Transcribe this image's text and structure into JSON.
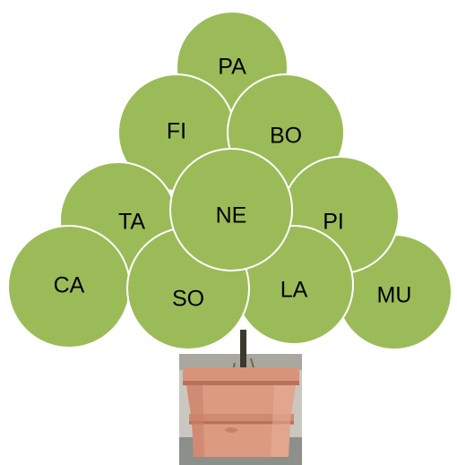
{
  "colors": {
    "leaf": "#9bbb59",
    "leaf_edge": "#ffffff",
    "pot_terracotta": "#d9937a",
    "pot_shadow": "#b8715a",
    "trunk": "#3b3a2c",
    "ground": "#8c8f8a"
  },
  "nodes": [
    {
      "id": "pa",
      "label": "PA"
    },
    {
      "id": "fi",
      "label": "FI"
    },
    {
      "id": "bo",
      "label": "BO"
    },
    {
      "id": "ta",
      "label": "TA"
    },
    {
      "id": "ne",
      "label": "NE"
    },
    {
      "id": "pi",
      "label": "PI"
    },
    {
      "id": "ca",
      "label": "CA"
    },
    {
      "id": "so",
      "label": "SO"
    },
    {
      "id": "la",
      "label": "LA"
    },
    {
      "id": "mu",
      "label": "MU"
    }
  ],
  "pot_image": {
    "icon": "terracotta-pot-icon"
  }
}
